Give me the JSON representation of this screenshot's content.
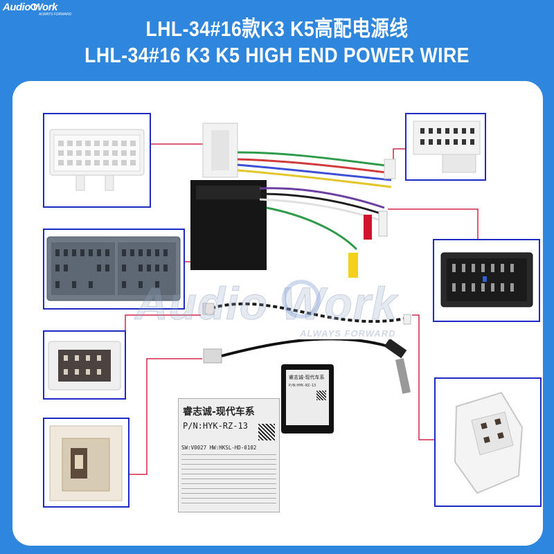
{
  "header": {
    "brand_logo": "Audio Work",
    "brand_tagline": "ALWAYS FORWARD",
    "title_cn": "LHL-34#16款K3 K5高配电源线",
    "title_en": "LHL-34#16 K3 K5 HIGH END POWER WIRE"
  },
  "label_card": {
    "line1": "睿志诚-现代车系",
    "line2": "P/N:HYK-RZ-13",
    "line3": "SW:V0027 HW:HKSL-HD-0102"
  },
  "module_sticker": {
    "line1": "睿志诚-现代车系",
    "line2": "P/N:HYK-RZ-13"
  },
  "watermark": {
    "brand": "Audio Work",
    "tagline": "ALWAYS FORWARD"
  },
  "colors": {
    "background": "#2f86dd",
    "box_border": "#1d2bc4",
    "leader_line": "#d4274a"
  }
}
